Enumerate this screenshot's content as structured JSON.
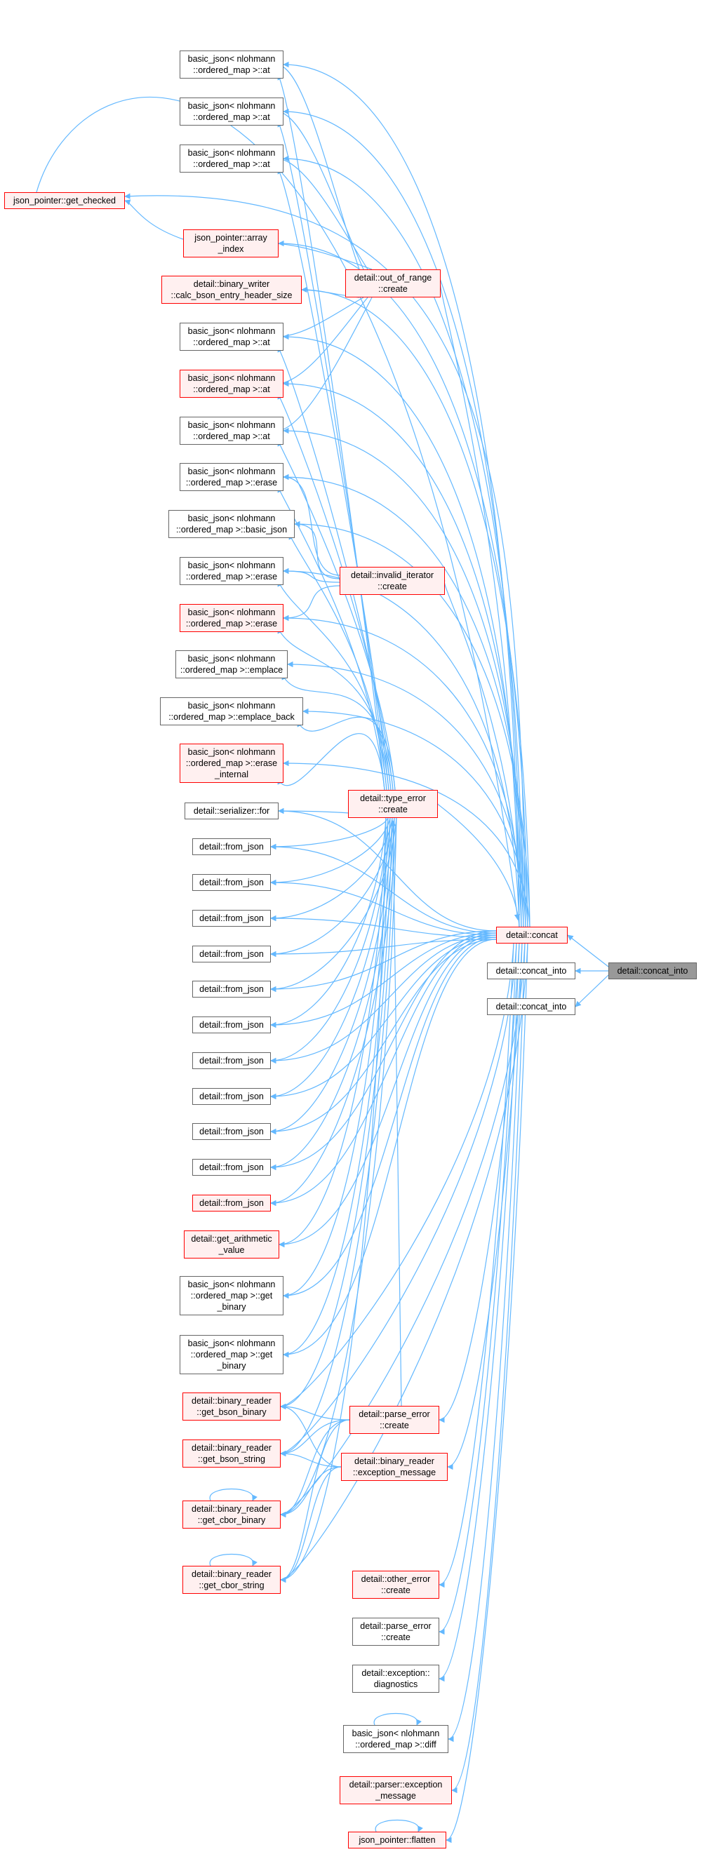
{
  "colors": {
    "edge": "#63b8ff",
    "node_border": "#666666",
    "red_border": "#ff0000",
    "red_fill": "#fff0f0",
    "focus_fill": "#999999"
  },
  "nodes": [
    {
      "id": "at1",
      "lines": [
        "basic_json< nlohmann",
        "::ordered_map >::at"
      ],
      "style": "plain"
    },
    {
      "id": "at2",
      "lines": [
        "basic_json< nlohmann",
        "::ordered_map >::at"
      ],
      "style": "plain"
    },
    {
      "id": "at3",
      "lines": [
        "basic_json< nlohmann",
        "::ordered_map >::at"
      ],
      "style": "plain"
    },
    {
      "id": "get_checked",
      "lines": [
        "json_pointer::get_checked"
      ],
      "style": "red"
    },
    {
      "id": "array_index",
      "lines": [
        "json_pointer::array",
        "_index"
      ],
      "style": "red"
    },
    {
      "id": "calc_bson",
      "lines": [
        "detail::binary_writer",
        "::calc_bson_entry_header_size"
      ],
      "style": "red"
    },
    {
      "id": "out_of_range",
      "lines": [
        "detail::out_of_range",
        "::create"
      ],
      "style": "red"
    },
    {
      "id": "at4",
      "lines": [
        "basic_json< nlohmann",
        "::ordered_map >::at"
      ],
      "style": "plain"
    },
    {
      "id": "at5",
      "lines": [
        "basic_json< nlohmann",
        "::ordered_map >::at"
      ],
      "style": "red"
    },
    {
      "id": "at6",
      "lines": [
        "basic_json< nlohmann",
        "::ordered_map >::at"
      ],
      "style": "plain"
    },
    {
      "id": "erase1",
      "lines": [
        "basic_json< nlohmann",
        "::ordered_map >::erase"
      ],
      "style": "plain"
    },
    {
      "id": "basic_json_ctor",
      "lines": [
        "basic_json< nlohmann",
        "::ordered_map >::basic_json"
      ],
      "style": "plain"
    },
    {
      "id": "erase2",
      "lines": [
        "basic_json< nlohmann",
        "::ordered_map >::erase"
      ],
      "style": "plain"
    },
    {
      "id": "invalid_iterator",
      "lines": [
        "detail::invalid_iterator",
        "::create"
      ],
      "style": "red"
    },
    {
      "id": "erase3",
      "lines": [
        "basic_json< nlohmann",
        "::ordered_map >::erase"
      ],
      "style": "red"
    },
    {
      "id": "emplace",
      "lines": [
        "basic_json< nlohmann",
        "::ordered_map >::emplace"
      ],
      "style": "plain"
    },
    {
      "id": "emplace_back",
      "lines": [
        "basic_json< nlohmann",
        "::ordered_map >::emplace_back"
      ],
      "style": "plain"
    },
    {
      "id": "erase_internal",
      "lines": [
        "basic_json< nlohmann",
        "::ordered_map >::erase",
        "_internal"
      ],
      "style": "red"
    },
    {
      "id": "type_error",
      "lines": [
        "detail::type_error",
        "::create"
      ],
      "style": "red"
    },
    {
      "id": "serializer_for",
      "lines": [
        "detail::serializer::for"
      ],
      "style": "plain"
    },
    {
      "id": "fj1",
      "lines": [
        "detail::from_json"
      ],
      "style": "plain"
    },
    {
      "id": "fj2",
      "lines": [
        "detail::from_json"
      ],
      "style": "plain"
    },
    {
      "id": "fj3",
      "lines": [
        "detail::from_json"
      ],
      "style": "plain"
    },
    {
      "id": "fj4",
      "lines": [
        "detail::from_json"
      ],
      "style": "plain"
    },
    {
      "id": "fj5",
      "lines": [
        "detail::from_json"
      ],
      "style": "plain"
    },
    {
      "id": "fj6",
      "lines": [
        "detail::from_json"
      ],
      "style": "plain"
    },
    {
      "id": "fj7",
      "lines": [
        "detail::from_json"
      ],
      "style": "plain"
    },
    {
      "id": "fj8",
      "lines": [
        "detail::from_json"
      ],
      "style": "plain"
    },
    {
      "id": "fj9",
      "lines": [
        "detail::from_json"
      ],
      "style": "plain"
    },
    {
      "id": "fj10",
      "lines": [
        "detail::from_json"
      ],
      "style": "plain"
    },
    {
      "id": "fj11",
      "lines": [
        "detail::from_json"
      ],
      "style": "red"
    },
    {
      "id": "get_arith",
      "lines": [
        "detail::get_arithmetic",
        "_value"
      ],
      "style": "red"
    },
    {
      "id": "get_binary1",
      "lines": [
        "basic_json< nlohmann",
        "::ordered_map >::get",
        "_binary"
      ],
      "style": "plain"
    },
    {
      "id": "get_binary2",
      "lines": [
        "basic_json< nlohmann",
        "::ordered_map >::get",
        "_binary"
      ],
      "style": "plain"
    },
    {
      "id": "concat",
      "lines": [
        "detail::concat"
      ],
      "style": "red"
    },
    {
      "id": "concat_into_a",
      "lines": [
        "detail::concat_into"
      ],
      "style": "plain"
    },
    {
      "id": "concat_into_b",
      "lines": [
        "detail::concat_into"
      ],
      "style": "plain"
    },
    {
      "id": "concat_into_focus",
      "lines": [
        "detail::concat_into"
      ],
      "style": "gray"
    },
    {
      "id": "gbb",
      "lines": [
        "detail::binary_reader",
        "::get_bson_binary"
      ],
      "style": "red"
    },
    {
      "id": "gbs",
      "lines": [
        "detail::binary_reader",
        "::get_bson_string"
      ],
      "style": "red"
    },
    {
      "id": "parse_error1",
      "lines": [
        "detail::parse_error",
        "::create"
      ],
      "style": "red"
    },
    {
      "id": "exc_msg",
      "lines": [
        "detail::binary_reader",
        "::exception_message"
      ],
      "style": "red"
    },
    {
      "id": "gcb",
      "lines": [
        "detail::binary_reader",
        "::get_cbor_binary"
      ],
      "style": "red"
    },
    {
      "id": "gcs",
      "lines": [
        "detail::binary_reader",
        "::get_cbor_string"
      ],
      "style": "red"
    },
    {
      "id": "other_error",
      "lines": [
        "detail::other_error",
        "::create"
      ],
      "style": "red"
    },
    {
      "id": "parse_error2",
      "lines": [
        "detail::parse_error",
        "::create"
      ],
      "style": "plain"
    },
    {
      "id": "exc_diag",
      "lines": [
        "detail::exception::",
        "diagnostics"
      ],
      "style": "plain"
    },
    {
      "id": "diff",
      "lines": [
        "basic_json< nlohmann",
        "::ordered_map >::diff"
      ],
      "style": "plain"
    },
    {
      "id": "parser_exc",
      "lines": [
        "detail::parser::exception",
        "_message"
      ],
      "style": "red"
    },
    {
      "id": "flatten",
      "lines": [
        "json_pointer::flatten"
      ],
      "style": "red"
    }
  ]
}
